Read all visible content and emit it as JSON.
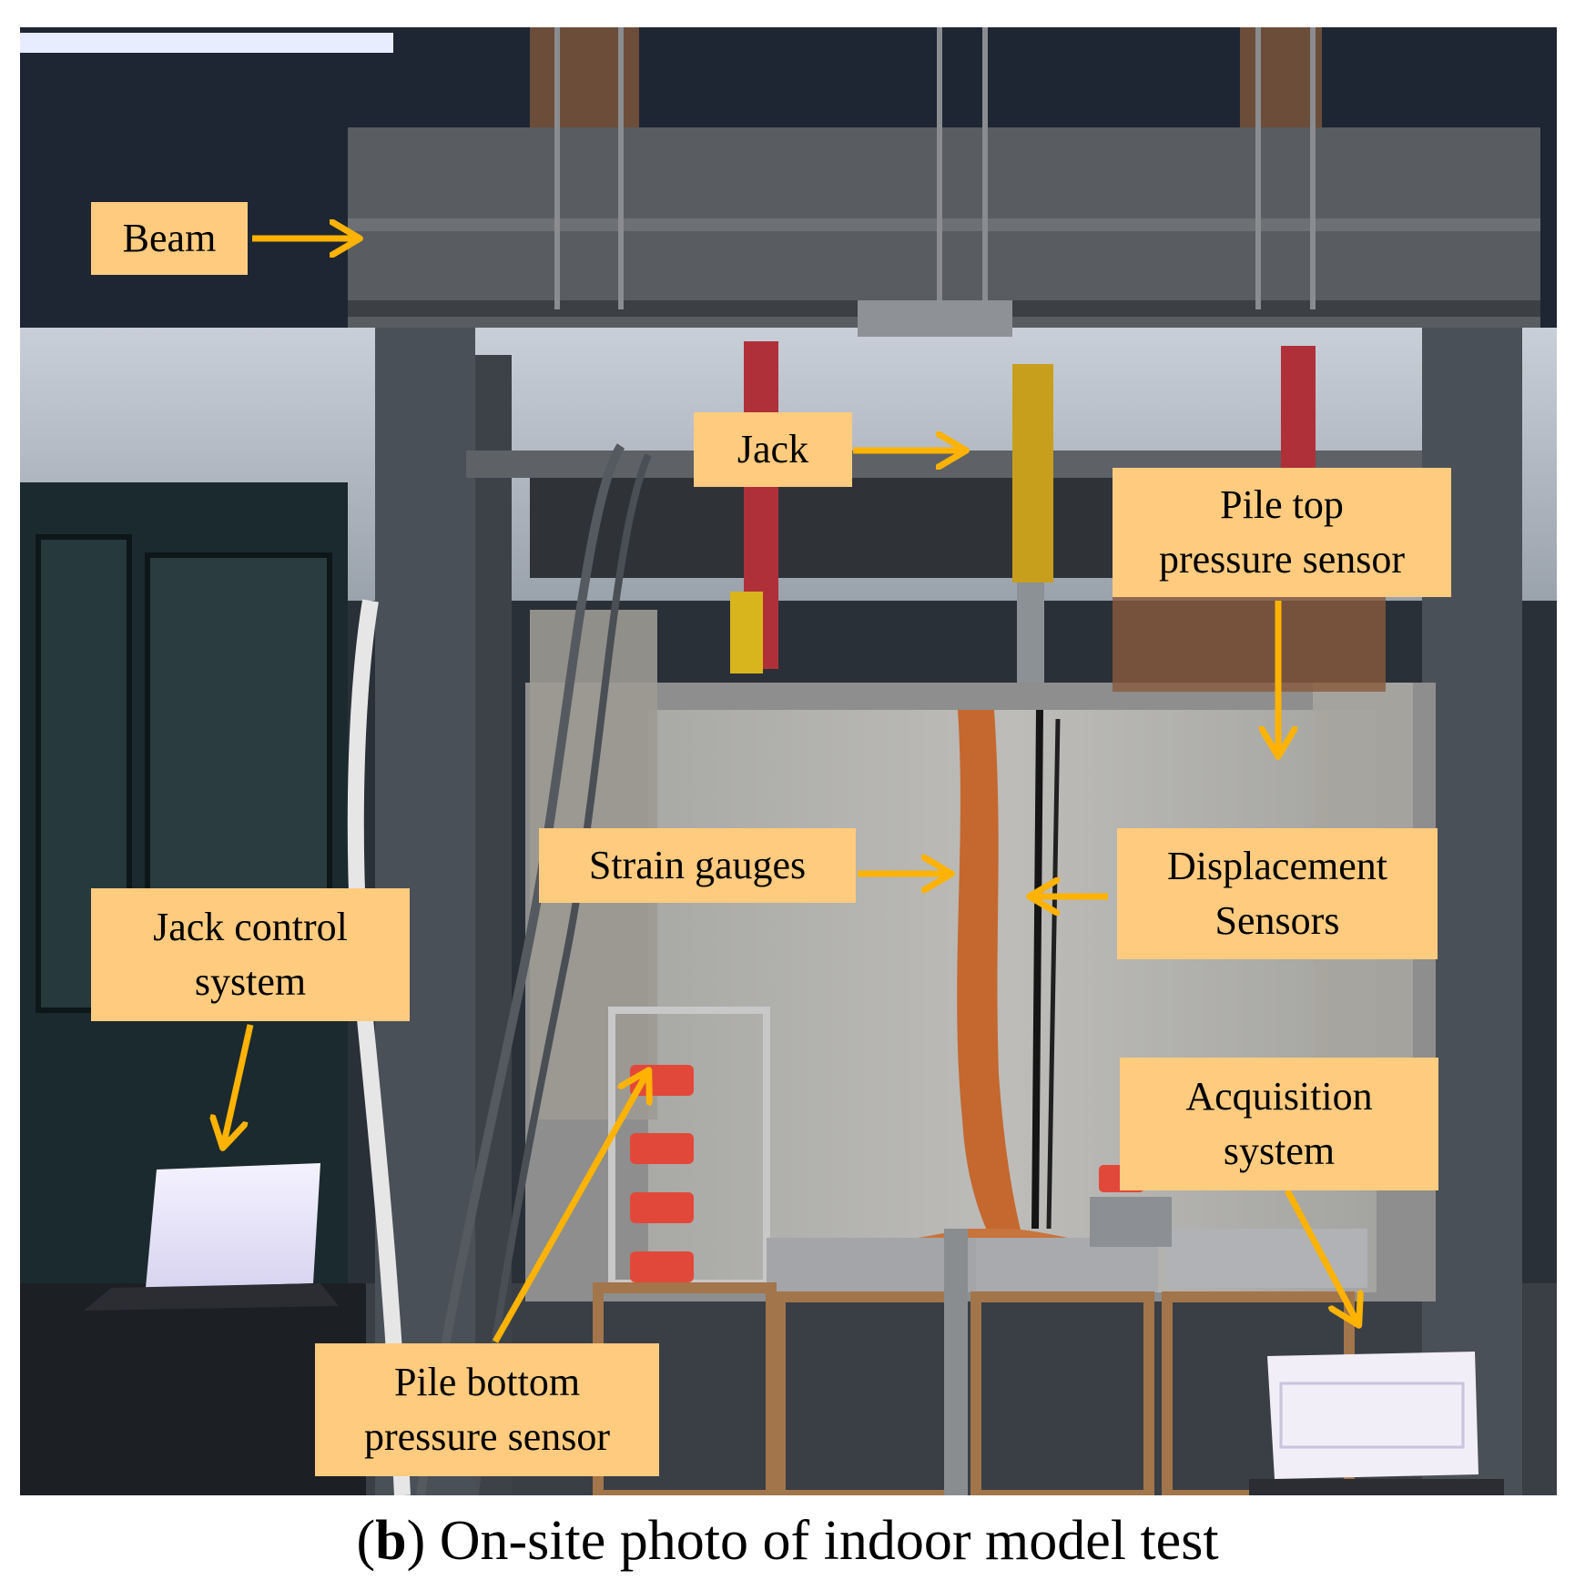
{
  "labels": {
    "beam": "Beam",
    "jack": "Jack",
    "pile_top_line1": "Pile top",
    "pile_top_line2": "pressure sensor",
    "strain_gauges": "Strain gauges",
    "displacement_line1": "Displacement",
    "displacement_line2": "Sensors",
    "jack_control_line1": "Jack control",
    "jack_control_line2": "system",
    "acquisition_line1": "Acquisition",
    "acquisition_line2": "system",
    "pile_bottom_line1": "Pile bottom",
    "pile_bottom_line2": "pressure sensor"
  },
  "caption": {
    "prefix": "(",
    "letter": "b",
    "text": ") On-site photo of indoor model test"
  },
  "colors": {
    "label_fill": "#FFCB7F",
    "arrow": "#FFB300"
  }
}
